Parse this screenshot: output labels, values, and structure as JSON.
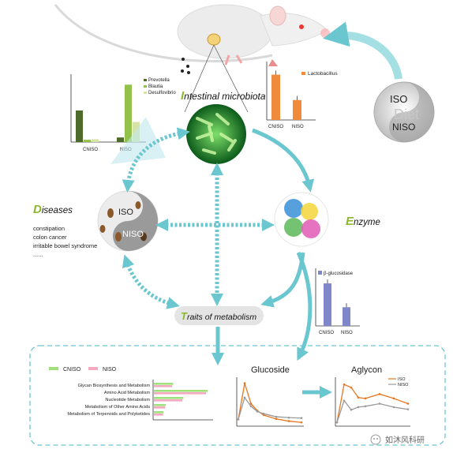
{
  "diet": {
    "top": "ISO",
    "middle": "Diet",
    "bottom": "NISO"
  },
  "microbiota": {
    "title_initial": "I",
    "title_rest": "ntestinal microbiota",
    "genus_chart": {
      "categories": [
        "CNISO",
        "NISO"
      ],
      "legend": [
        "Prevotella",
        "Blautia",
        "Desulfovibrio"
      ],
      "colors": [
        "#4e6b2c",
        "#93c24b",
        "#d6e3a8"
      ],
      "series": [
        {
          "name": "Prevotella",
          "values": [
            0.55,
            0.08
          ]
        },
        {
          "name": "Blautia",
          "values": [
            0.04,
            1.0
          ]
        },
        {
          "name": "Desulfovibrio",
          "values": [
            0.05,
            0.35
          ]
        }
      ],
      "ylim": [
        0,
        1.1
      ]
    },
    "lacto_chart": {
      "categories": [
        "CNISO",
        "NISO"
      ],
      "legend": [
        "Lactobacillus"
      ],
      "color": "#f08a3c",
      "values": [
        1.0,
        0.44
      ],
      "ylim": [
        0,
        1.15
      ]
    }
  },
  "enzyme": {
    "title_initial": "E",
    "title_rest": "nzyme",
    "chart": {
      "categories": [
        "CNISO",
        "NISO"
      ],
      "legend": [
        "β-glucosidase"
      ],
      "color": "#7f86c9",
      "values": [
        1.0,
        0.44
      ],
      "ylim": [
        0,
        1.15
      ]
    }
  },
  "diseases": {
    "title_initial": "D",
    "title_rest": "iseases",
    "items": [
      "constipation",
      "colon cancer",
      "irritable bowel syndrome",
      "......"
    ],
    "circle_top": "ISO",
    "circle_bottom": "NISO"
  },
  "traits": {
    "title_initial": "T",
    "title_rest": "raits of metabolism"
  },
  "metabolism_chart": {
    "type": "bar",
    "legend": [
      "CNISO",
      "NISO"
    ],
    "colors": [
      "#9fe07a",
      "#f3a9bf"
    ],
    "categories": [
      "Glycan Biosynthesis and Metabolism",
      "Amino Acid Metabolism",
      "Nucleotide Metabolism",
      "Metabolism of Other Amino Acids",
      "Metabolism of Terpenoids and Polyketides"
    ],
    "series": [
      {
        "name": "CNISO",
        "values": [
          0.36,
          1.0,
          0.55,
          0.22,
          0.18
        ]
      },
      {
        "name": "NISO",
        "values": [
          0.34,
          0.97,
          0.53,
          0.21,
          0.17
        ]
      }
    ]
  },
  "glucoside": {
    "title": "Glucoside",
    "x": [
      0,
      1,
      2,
      3,
      4,
      6,
      8,
      10
    ],
    "series": [
      {
        "name": "ISO",
        "color": "#e8761f",
        "values": [
          0.12,
          0.95,
          0.48,
          0.32,
          0.22,
          0.13,
          0.08,
          0.05
        ]
      },
      {
        "name": "NISO",
        "color": "#9a9a9a",
        "values": [
          0.12,
          0.62,
          0.42,
          0.3,
          0.25,
          0.18,
          0.16,
          0.15
        ]
      }
    ],
    "ylim": [
      0,
      1.05
    ]
  },
  "aglycon": {
    "title": "Aglycon",
    "x": [
      0,
      1,
      2,
      3,
      4,
      6,
      8,
      10
    ],
    "legend": [
      "ISO",
      "NISO"
    ],
    "series": [
      {
        "name": "ISO",
        "color": "#e8761f",
        "values": [
          0.05,
          0.92,
          0.85,
          0.62,
          0.6,
          0.7,
          0.6,
          0.48
        ]
      },
      {
        "name": "NISO",
        "color": "#9a9a9a",
        "values": [
          0.05,
          0.55,
          0.34,
          0.4,
          0.42,
          0.48,
          0.4,
          0.35
        ]
      }
    ],
    "ylim": [
      0,
      1.05
    ]
  },
  "watermark": "如沐风科研",
  "colors": {
    "arrow": "#6ac6cf",
    "dash_box": "#6ac6cf",
    "title_initial": "#8ab82a"
  }
}
